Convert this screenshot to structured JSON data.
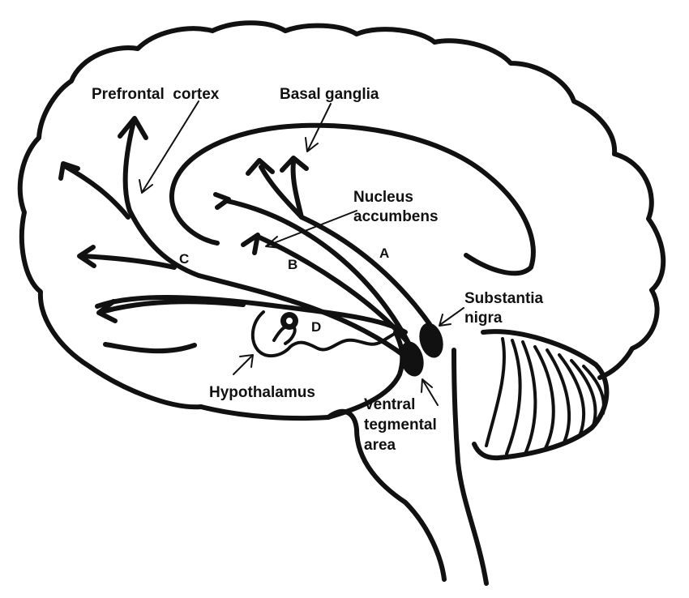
{
  "diagram": {
    "colors": {
      "ink": "#111111",
      "background": "#ffffff"
    },
    "labels": {
      "prefrontal_cortex": "Prefrontal  cortex",
      "basal_ganglia": "Basal ganglia",
      "nucleus_accumbens_line1": "Nucleus",
      "nucleus_accumbens_line2": "accumbens",
      "substantia_nigra_line1": "Substantia",
      "substantia_nigra_line2": "nigra",
      "hypothalamus": "Hypothalamus",
      "ventral_tegmental_line1": "Ventral",
      "ventral_tegmental_line2": "tegmental",
      "ventral_tegmental_line3": "area"
    },
    "pathways": {
      "a": "A",
      "b": "B",
      "c": "C",
      "d": "D"
    }
  }
}
